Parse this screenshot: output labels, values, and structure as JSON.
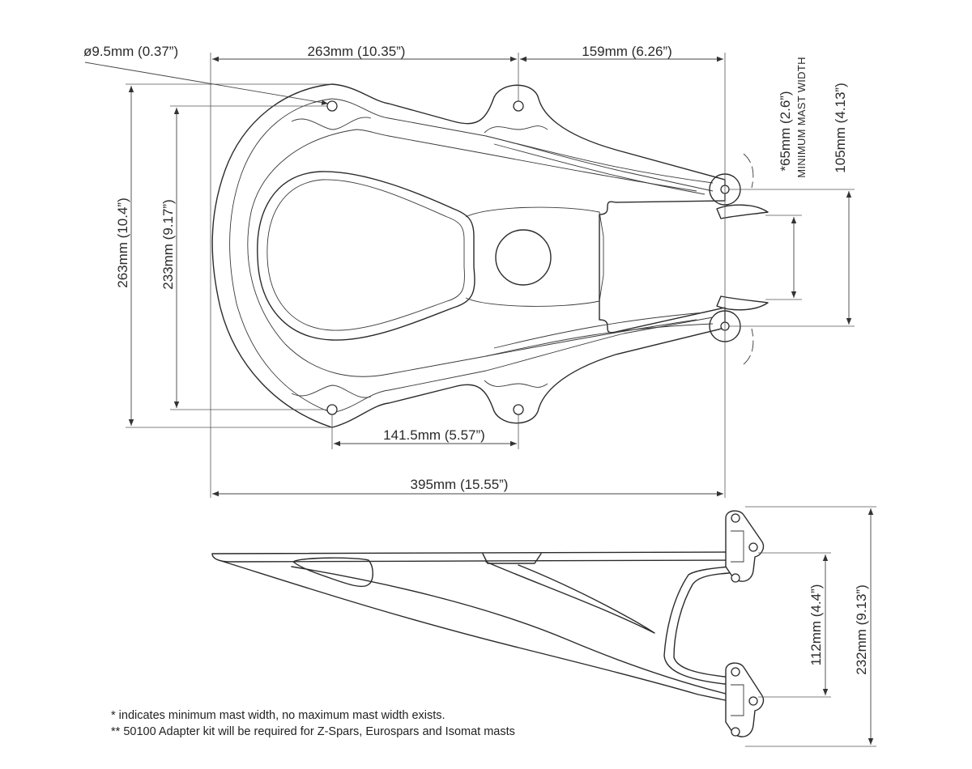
{
  "dimensions": {
    "hole_diameter": "ø9.5mm (0.37”)",
    "hole_spacing_long": "263mm (10.35”)",
    "pivot_offset": "159mm (6.26”)",
    "overall_height": "263mm (10.4”)",
    "hole_spacing_vertical": "233mm (9.17”)",
    "min_mast_width": "*65mm (2.6”)",
    "min_mast_width_label": "MINIMUM MAST WIDTH",
    "pivot_spacing": "105mm (4.13”)",
    "hole_spacing_short": "141.5mm (5.57”)",
    "overall_length": "395mm (15.55”)",
    "side_pivot_spacing": "112mm (4.4”)",
    "side_overall_height": "232mm (9.13”)"
  },
  "notes": {
    "line1": "* indicates minimum mast width, no maximum mast width exists.",
    "line2": "** 50100 Adapter kit will be required for Z-Spars, Eurospars and Isomat masts"
  }
}
